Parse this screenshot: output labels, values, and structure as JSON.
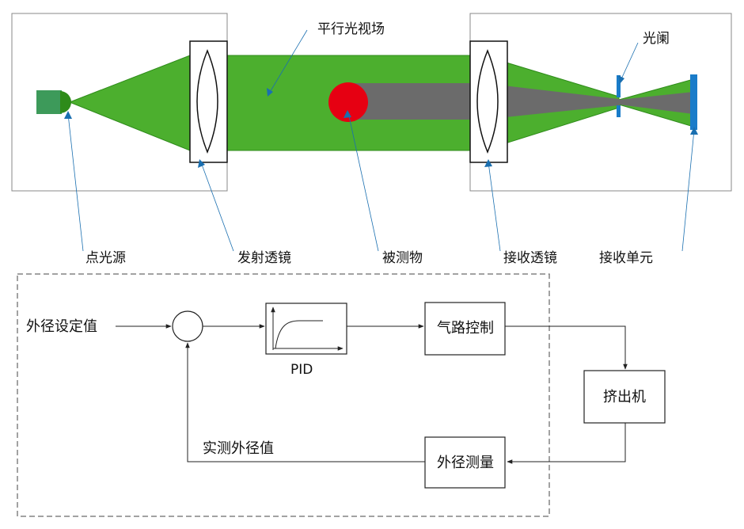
{
  "optics": {
    "collimated_field": "平行光视场",
    "aperture": "光阑",
    "point_source": "点光源",
    "emitter_lens": "发射透镜",
    "object": "被测物",
    "receiver_lens": "接收透镜",
    "receiver_unit": "接收单元"
  },
  "control": {
    "setpoint": "外径设定值",
    "pid": "PID",
    "air_control": "气路控制",
    "extruder": "挤出机",
    "measurement": "外径测量",
    "measured_value": "实测外径值"
  },
  "colors": {
    "beam": "#4caf2e",
    "beam_dark": "#2e8b1a",
    "object": "#e60012",
    "shadow": "#6b6b6b",
    "aperture": "#1a7cc9",
    "source": "#3d9a5a",
    "pointer": "#1a6fb0",
    "line": "#333333"
  }
}
